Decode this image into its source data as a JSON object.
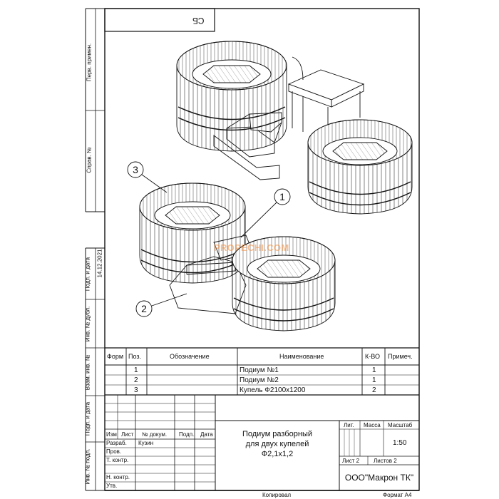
{
  "doc_code": "СБ",
  "side_columns": {
    "perv_primen": "Перв. примен.",
    "sprav_no": "Справ. №",
    "podp_i_data_1": "Подп. и дата",
    "date_value": "14.12.2021",
    "inv_no_dubl": "Инв. № дубл.",
    "vzam_inv_no": "Взам. инв. №",
    "podp_i_data_2": "Подп. и дата",
    "inv_no_podl": "Инв. № подл."
  },
  "callouts": [
    "1",
    "2",
    "3"
  ],
  "watermark": "PROPECHI.COM",
  "spec_table": {
    "headers": [
      "Форм",
      "Поз.",
      "Обозначение",
      "Наименование",
      "К-ВО",
      "Примеч."
    ],
    "rows": [
      {
        "form": "",
        "pos": "1",
        "designation": "",
        "name": "Подиум  №1",
        "qty": "1",
        "note": ""
      },
      {
        "form": "",
        "pos": "2",
        "designation": "",
        "name": "Подиум  №2",
        "qty": "1",
        "note": ""
      },
      {
        "form": "",
        "pos": "3",
        "designation": "",
        "name": "Купель Ф2100х1200",
        "qty": "2",
        "note": ""
      }
    ]
  },
  "title_block": {
    "col_headers": [
      "Изм",
      "Лист",
      "№ докум.",
      "Подп.",
      "Дата"
    ],
    "roles": [
      "Разраб.",
      "Пров.",
      "Т. контр.",
      "Н. контр.",
      "Утв."
    ],
    "developer": "Кузин",
    "title_lines": [
      "Подиум разборный",
      "для двух купелей",
      "Ф2,1х1,2"
    ],
    "lit_label": "Лит.",
    "mass_label": "Масса",
    "scale_label": "Масштаб",
    "scale_value": "1:50",
    "sheet_label": "Лист 2",
    "sheets_label": "Листов 2",
    "company": "ООО\"Макрон ТК\""
  },
  "footer": {
    "copied": "Копировал",
    "format": "Формат A4"
  }
}
